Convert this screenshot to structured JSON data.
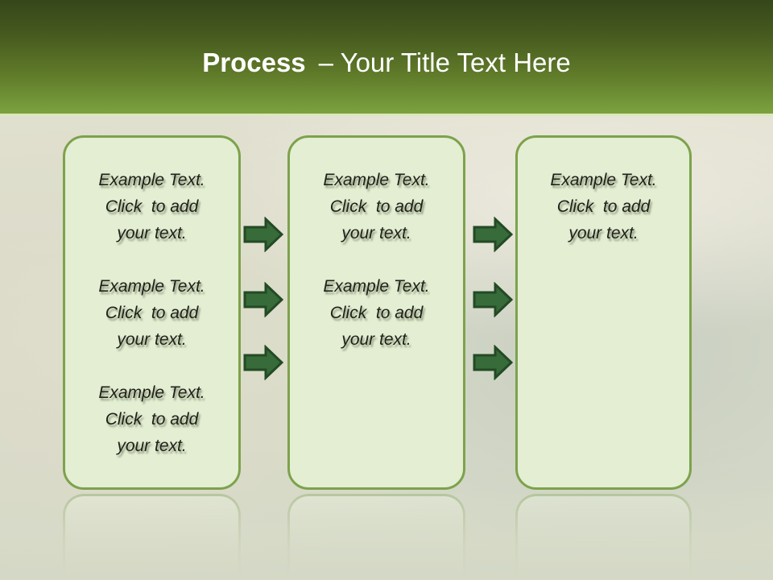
{
  "title": {
    "bold": "Process",
    "rest": "– Your Title Text Here"
  },
  "boxes": [
    {
      "name": "step-1",
      "paragraphs": [
        {
          "lines": [
            "Example Text.",
            "Click  to add",
            "your text."
          ]
        },
        {
          "lines": [
            "Example Text.",
            "Click  to add",
            "your text."
          ]
        },
        {
          "lines": [
            "Example Text.",
            "Click  to add",
            "your text."
          ]
        }
      ]
    },
    {
      "name": "step-2",
      "paragraphs": [
        {
          "lines": [
            "Example Text.",
            "Click  to add",
            "your text."
          ]
        },
        {
          "lines": [
            "Example Text.",
            "Click  to add",
            "your text."
          ]
        }
      ]
    },
    {
      "name": "step-3",
      "paragraphs": [
        {
          "lines": [
            "Example Text.",
            "Click  to add",
            "your text."
          ]
        }
      ]
    }
  ],
  "arrows": {
    "direction": "right",
    "between_box_1_and_2": 3,
    "between_box_2_and_3": 3
  },
  "colors": {
    "header_gradient_top": "#35471a",
    "header_gradient_bottom": "#7ba23f",
    "header_bottom_line": "#dde7ba",
    "box_fill": "#e3eed3",
    "box_border": "#7da24c",
    "arrow_fill": "#376b39",
    "arrow_stroke": "#234a24",
    "title_text": "#ffffff",
    "body_text": "#20211a"
  }
}
